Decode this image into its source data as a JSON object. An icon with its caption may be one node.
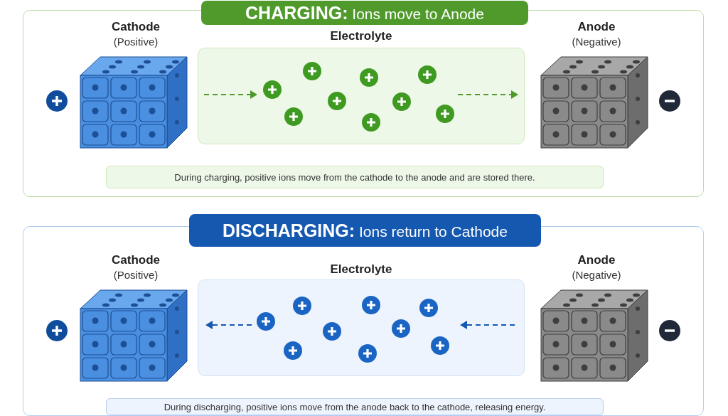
{
  "diagram": {
    "nodes": [
      {
        "text": [
          "**CHARGING:** Ions move to Anode"
        ]
      },
      {
        "text": [
          "Cathode",
          "(Positive)"
        ],
        "in": 0
      },
      {
        "text": [
          "Electrolyte"
        ],
        "in": 0
      },
      {
        "text": [
          "Anode",
          "(Negative)"
        ],
        "in": 0
      },
      {
        "text": [
          "During charging, positive ions move from the cathode to the anode and are stored there."
        ],
        "in": 0
      },
      {
        "text": [
          "**DISCHARGING:** Ions return to Cathode"
        ]
      },
      {
        "text": [
          "Cathode",
          "(Positive)"
        ],
        "in": 5
      },
      {
        "text": [
          "Electrolyte"
        ],
        "in": 5
      },
      {
        "text": [
          "Anode",
          "(Negative)"
        ],
        "in": 5
      },
      {
        "text": [
          "During discharging, positive ions move from the anode back to the cathode, releasing energy."
        ],
        "in": 5
      }
    ],
    "edges": []
  }
}
